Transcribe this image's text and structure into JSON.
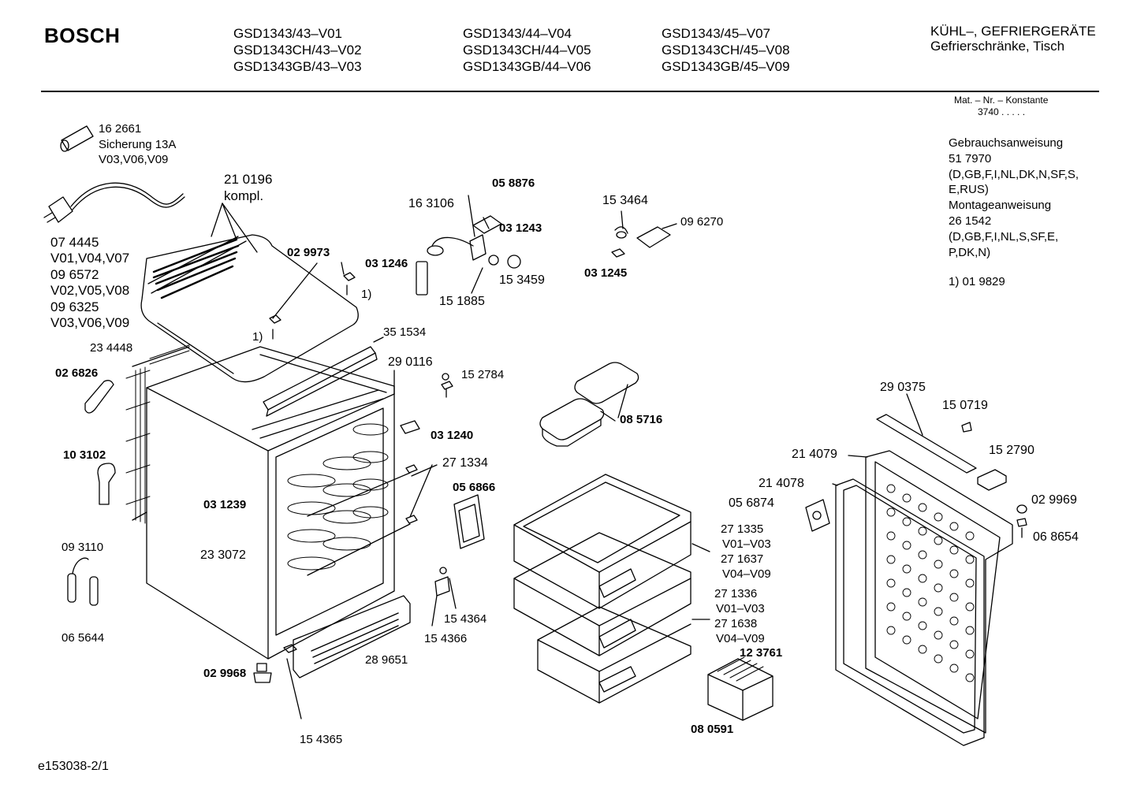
{
  "header": {
    "brand": "BOSCH",
    "models_col1": [
      "GSD1343/43–V01",
      "GSD1343CH/43–V02",
      "GSD1343GB/43–V03"
    ],
    "models_col2": [
      "GSD1343/44–V04",
      "GSD1343CH/44–V05",
      "GSD1343GB/44–V06"
    ],
    "models_col3": [
      "GSD1343/45–V07",
      "GSD1343CH/45–V08",
      "GSD1343GB/45–V09"
    ],
    "category_line1": "KÜHL–, GEFRIERGERÄTE",
    "category_line2": "Gefrierschränke, Tisch"
  },
  "mat_nr": {
    "label": "Mat. – Nr. – Konstante",
    "value": "3740  .  .  .  .  ."
  },
  "docs": {
    "gebrauch_label": "Gebrauchsanweisung",
    "gebrauch_nr": "51 7970",
    "gebrauch_langs": "(D,GB,F,I,NL,DK,N,SF,S, E,RUS)",
    "montage_label": "Montageanweisung",
    "montage_nr": "26 1542",
    "montage_langs": "(D,GB,F,I,NL,S,SF,E, P,DK,N)",
    "footnote": "1)  01 9829"
  },
  "parts": {
    "p162661": "16 2661",
    "sicherung": "Sicherung 13A",
    "sicherung_var": "V03,V06,V09",
    "p210196": "21 0196",
    "kompl": "kompl.",
    "p074445": "07 4445",
    "v01v04v07": "V01,V04,V07",
    "p096572": "09 6572",
    "v02v05v08": "V02,V05,V08",
    "p096325": "09 6325",
    "v03v06v09": "V03,V06,V09",
    "p029973": "02 9973",
    "fn1a": "1)",
    "fn1b": "1)",
    "p234448": "23 4448",
    "p026826": "02 6826",
    "p103102": "10 3102",
    "p093110": "09 3110",
    "p065644": "06 5644",
    "p163106": "16 3106",
    "p058876": "05 8876",
    "p031243": "03 1243",
    "p031246": "03 1246",
    "p151885": "15 1885",
    "p153459": "15 3459",
    "p153464": "15 3464",
    "p096270": "09 6270",
    "p031245": "03 1245",
    "p351534": "35 1534",
    "p290116": "29 0116",
    "p152784": "15 2784",
    "p031240": "03 1240",
    "p271334": "27 1334",
    "p031239": "03 1239",
    "p233072": "23 3072",
    "p056866": "05 6866",
    "p154364": "15 4364",
    "p154366": "15 4366",
    "p289651": "28 9651",
    "p029968": "02 9968",
    "p154365": "15 4365",
    "p085716": "08 5716",
    "p271335": "27 1335",
    "v01v03a": "V01–V03",
    "p271637": "27 1637",
    "v04v09a": "V04–V09",
    "p271336": "27 1336",
    "v01v03b": "V01–V03",
    "p271638": "27 1638",
    "v04v09b": "V04–V09",
    "p123761": "12 3761",
    "p080591": "08 0591",
    "p290375": "29 0375",
    "p150719": "15 0719",
    "p214079": "21 4079",
    "p152790": "15 2790",
    "p214078": "21 4078",
    "p056874": "05 6874",
    "p029969": "02 9969",
    "p068654": "06 8654"
  },
  "footer": {
    "drawing_id": "e153038-2/1"
  }
}
